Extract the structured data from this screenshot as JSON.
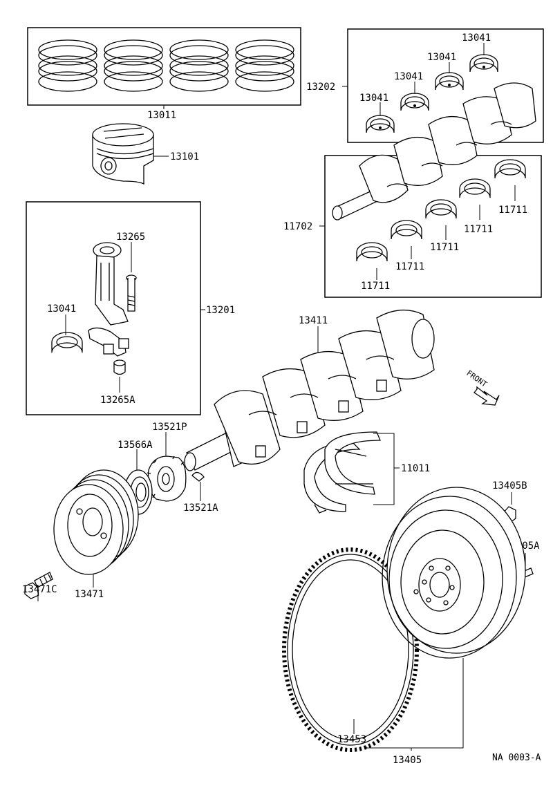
{
  "labels": {
    "piston_ring_set": "13011",
    "piston": "13101",
    "connecting_rod_bearing_group": "13202",
    "rod_bearing_1": "13041",
    "rod_bearing_2": "13041",
    "rod_bearing_3": "13041",
    "rod_bearing_4": "13041",
    "main_bearing_group": "11702",
    "main_bearing_1": "11711",
    "main_bearing_2": "11711",
    "main_bearing_3": "11711",
    "main_bearing_4": "11711",
    "main_bearing_5": "11711",
    "connecting_rod_assembly": "13201",
    "rod_bolt": "13265",
    "rod_bearing_inset": "13041",
    "rod_nut": "13265A",
    "crankshaft": "13411",
    "front_indicator": "FRONT",
    "timing_gear": "13521P",
    "oil_slinger": "13566A",
    "crank_key": "13521A",
    "thrust_washer_set": "11011",
    "crank_pulley": "13471",
    "pulley_bolt": "13471C",
    "flywheel_bolt": "13405B",
    "dowel_pin": "13405A",
    "ring_gear": "13453",
    "flywheel": "13405",
    "figure_code": "NA 0003-A"
  }
}
